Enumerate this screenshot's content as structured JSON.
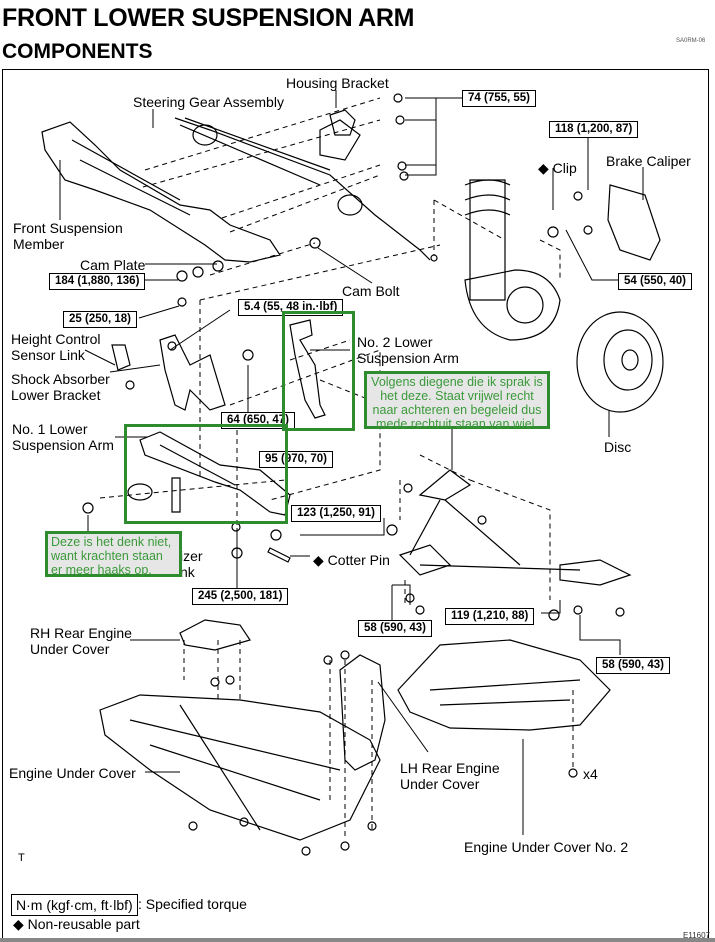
{
  "header": {
    "title": "FRONT LOWER SUSPENSION ARM",
    "subtitle": "COMPONENTS",
    "doc_code": "SA0RM-06"
  },
  "parts": {
    "housing_bracket": "Housing Bracket",
    "steering_gear": "Steering Gear Assembly",
    "front_susp_member_1": "Front Suspension",
    "front_susp_member_2": "Member",
    "cam_plate": "Cam Plate",
    "cam_bolt": "Cam Bolt",
    "clip": "Clip",
    "brake_caliper": "Brake Caliper",
    "height_sensor_1": "Height Control",
    "height_sensor_2": "Sensor Link",
    "shock_bracket_1": "Shock Absorber",
    "shock_bracket_2": "Lower Bracket",
    "no2_arm_1": "No. 2 Lower",
    "no2_arm_2": "Suspension Arm",
    "no1_arm_1": "No. 1 Lower",
    "no1_arm_2": "Suspension Arm",
    "disc": "Disc",
    "stabilizer_1": "izer",
    "stabilizer_2": "nk",
    "cotter_pin": "Cotter Pin",
    "rh_cover_1": "RH Rear Engine",
    "rh_cover_2": "Under Cover",
    "engine_cover": "Engine Under Cover",
    "lh_cover_1": "LH Rear Engine",
    "lh_cover_2": "Under Cover",
    "engine_cover_2": "Engine Under Cover No. 2",
    "x4": "x4",
    "t_mark": "T"
  },
  "torques": {
    "t74": "74 (755, 55)",
    "t118": "118 (1,200, 87)",
    "t184": "184 (1,880, 136)",
    "t54": "54 (550, 40)",
    "t25": "25 (250, 18)",
    "t5_4": "5.4 (55, 48 in.·lbf)",
    "t64": "64 (650, 47)",
    "t95": "95 (970, 70)",
    "t123": "123 (1,250,  91)",
    "t245": "245 (2,500, 181)",
    "t58a": "58 (590, 43)",
    "t119": "119 (1,210, 88)",
    "t58b": "58 (590, 43)"
  },
  "annotations": {
    "note_right": "Volgens diegene die ik sprak is het deze. Staat vrijwel recht naar achteren en begeleid dus mede rechtuit staan van wiel.",
    "note_left": "Deze is het denk niet, want krachten staan er meer haaks op."
  },
  "colors": {
    "annotation_border": "#2e8b2e",
    "annotation_text": "#3a9a3a",
    "annotation_bg": "#e6e6e6"
  },
  "legend": {
    "torque_unit": "N·m (kgf·cm, ft·lbf)",
    "torque_desc": ": Specified torque",
    "nonreusable": "◆ Non-reusable part",
    "diamond": "◆"
  },
  "footer": {
    "figure_code": "E11607"
  }
}
